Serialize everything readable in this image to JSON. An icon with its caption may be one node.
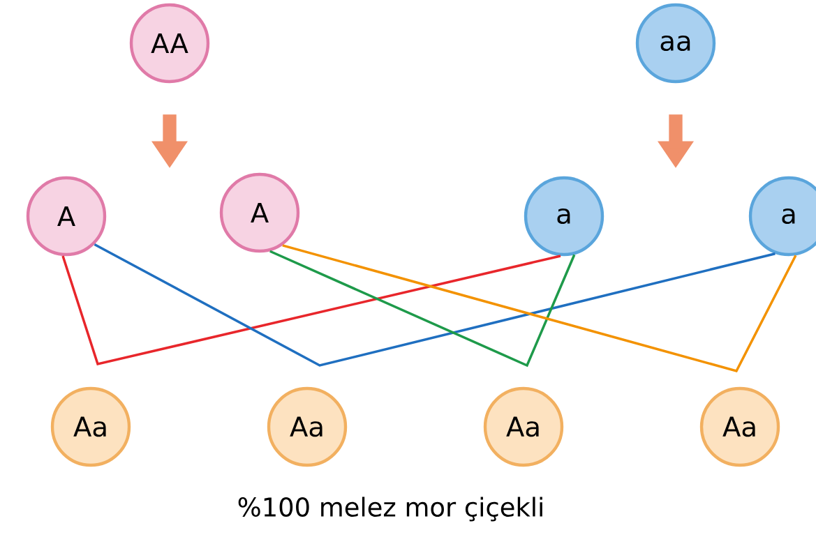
{
  "diagram": {
    "caption": "%100 melez mor çiçekli",
    "nodes": [
      {
        "text": [
          "AA"
        ]
      },
      {
        "text": [
          "aa"
        ]
      },
      {
        "text": [
          "A"
        ]
      },
      {
        "text": [
          "A"
        ]
      },
      {
        "text": [
          "a"
        ]
      },
      {
        "text": [
          "a"
        ]
      },
      {
        "text": [
          "Aa"
        ]
      },
      {
        "text": [
          "Aa"
        ]
      },
      {
        "text": [
          "Aa"
        ]
      },
      {
        "text": [
          "Aa"
        ]
      }
    ],
    "edges": [
      {
        "from": 2,
        "to": 4,
        "arrow": "none",
        "color": "#e8262b"
      },
      {
        "from": 2,
        "to": 5,
        "arrow": "none",
        "color": "#1f6fc0"
      },
      {
        "from": 3,
        "to": 4,
        "arrow": "none",
        "color": "#1e9a4a"
      },
      {
        "from": 3,
        "to": 5,
        "arrow": "none",
        "color": "#f39200"
      }
    ]
  }
}
